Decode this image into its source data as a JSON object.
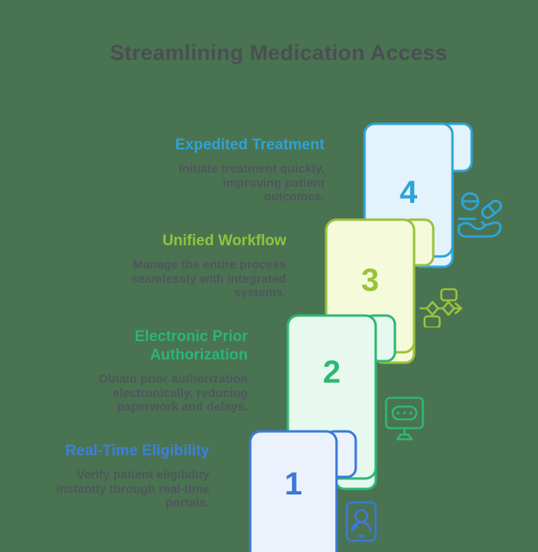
{
  "title": "Streamlining Medication Access",
  "colors": {
    "background": "#4a7351",
    "title_text": "#4a4f54",
    "body_text": "#4e565e",
    "step1_accent": "#3c79d8",
    "step1_fill": "#ecf2fc",
    "step2_accent": "#2eb873",
    "step2_fill": "#e7f8ef",
    "step3_accent": "#99c23c",
    "step3_fill": "#f5fadb",
    "step4_accent": "#2fa3d7",
    "step4_fill": "#e3f3fc"
  },
  "steps": [
    {
      "number": "1",
      "heading": "Real-Time Eligibility",
      "description": "Verify patient eligibility instantly through real-time portals.",
      "icon": "patient-id-badge-icon"
    },
    {
      "number": "2",
      "heading": "Electronic Prior Authorization",
      "description": "Obtain prior authorization electronically, reducing paperwork and delays.",
      "icon": "computer-monitor-icon"
    },
    {
      "number": "3",
      "heading": "Unified Workflow",
      "description": "Manage the entire process seamlessly with integrated systems.",
      "icon": "workflow-diagram-icon"
    },
    {
      "number": "4",
      "heading": "Expedited Treatment",
      "description": "Initiate treatment quickly, improving patient outcomes.",
      "icon": "hand-with-pills-icon"
    }
  ]
}
